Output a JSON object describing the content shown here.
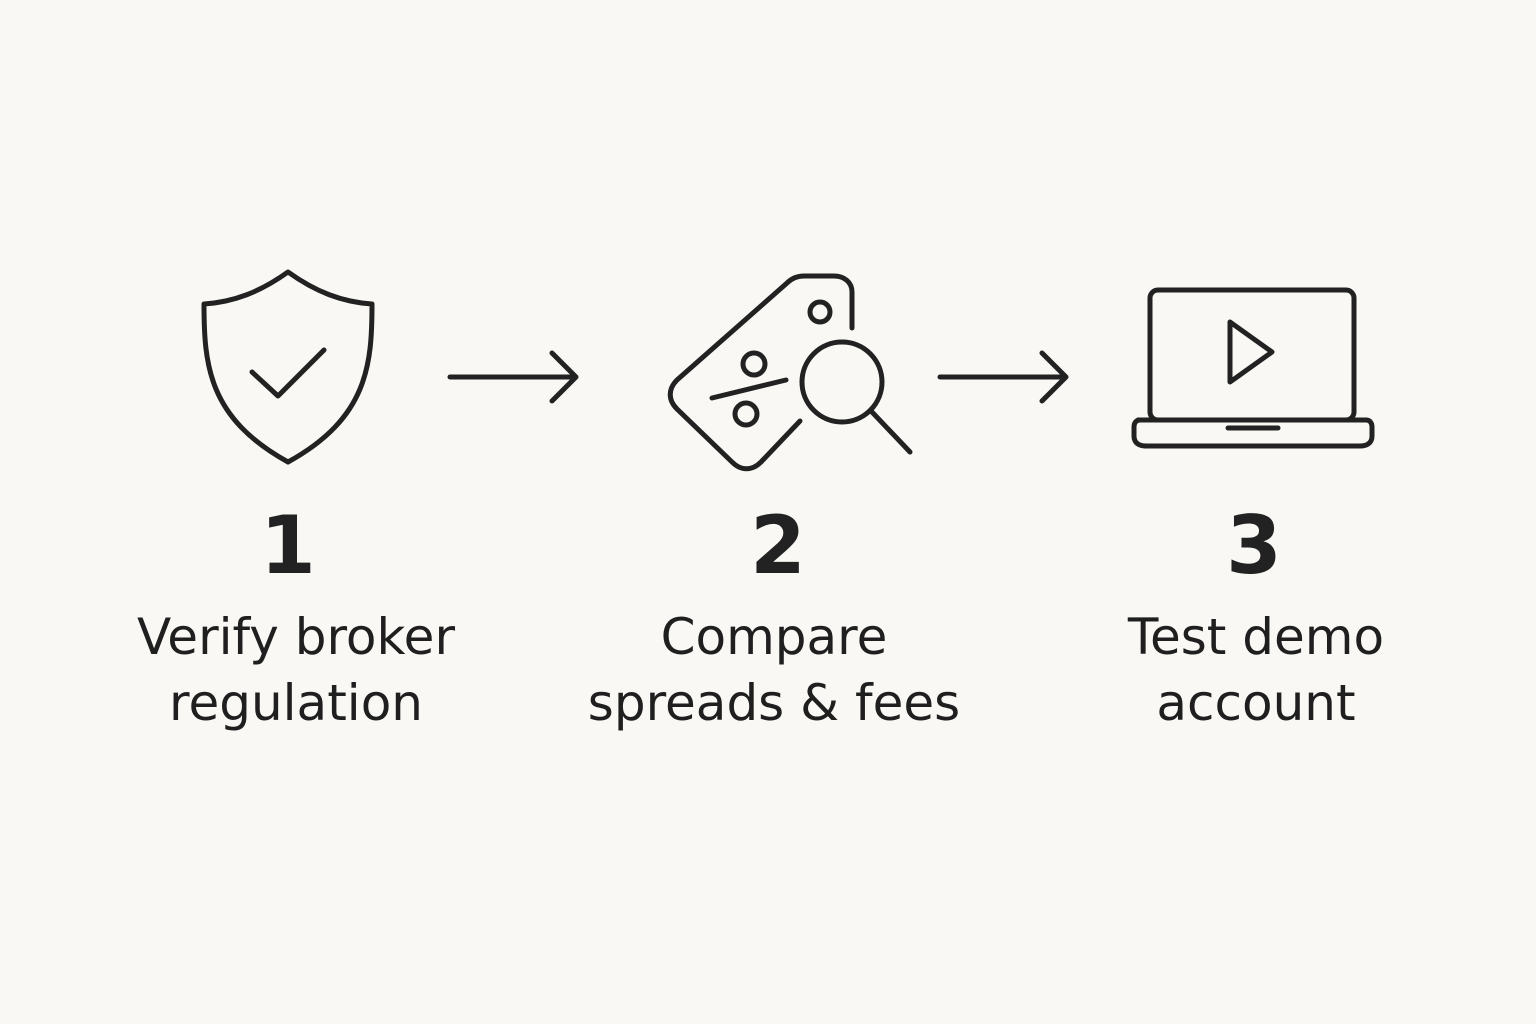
{
  "colors": {
    "background": "#f9f8f4",
    "stroke": "#222222",
    "text": "#1f1f1f"
  },
  "steps": [
    {
      "number": "1",
      "label_lines": [
        "Verify broker",
        "regulation"
      ],
      "icon": "shield-check-icon"
    },
    {
      "number": "2",
      "label_lines": [
        "Compare",
        "spreads & fees"
      ],
      "icon": "price-tag-search-icon"
    },
    {
      "number": "3",
      "label_lines": [
        "Test demo",
        "account"
      ],
      "icon": "laptop-play-icon"
    }
  ],
  "arrows": [
    "arrow-right-icon",
    "arrow-right-icon"
  ]
}
